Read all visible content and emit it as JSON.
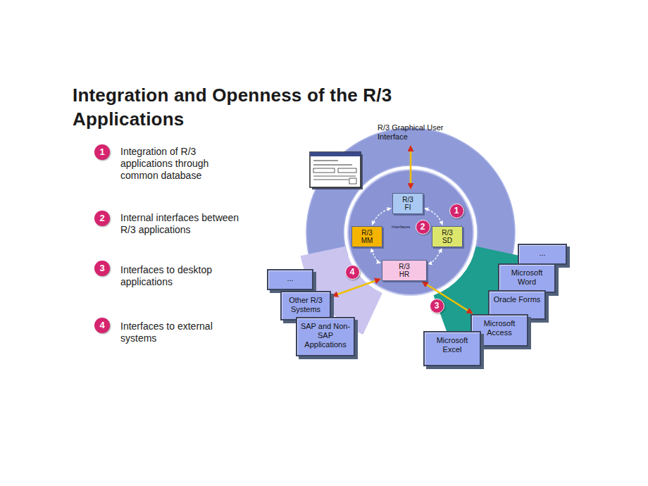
{
  "diagram": {
    "title": "Integration and Openness of the R/3 Applications",
    "nodes": [
      {
        "text": [
          "R/3 FI"
        ]
      },
      {
        "text": [
          "R/3 MM"
        ]
      },
      {
        "text": [
          "R/3 SD"
        ]
      },
      {
        "text": [
          "R/3 HR"
        ]
      },
      {
        "text": [
          "..."
        ]
      },
      {
        "text": [
          "Microsoft Word"
        ]
      },
      {
        "text": [
          "Oracle Forms"
        ]
      },
      {
        "text": [
          "Microsoft Access"
        ]
      },
      {
        "text": [
          "Microsoft Excel"
        ]
      },
      {
        "text": [
          "..."
        ]
      },
      {
        "text": [
          "Other R/3 Systems"
        ]
      },
      {
        "text": [
          "SAP and Non-SAP Applications"
        ]
      }
    ],
    "edges": [
      {
        "from": 0,
        "to": 2,
        "arrow": "both"
      },
      {
        "from": 2,
        "to": 3,
        "arrow": "both"
      },
      {
        "from": 3,
        "to": 1,
        "arrow": "both"
      },
      {
        "from": 1,
        "to": 0,
        "arrow": "both"
      },
      {
        "from": 3,
        "to": 7,
        "arrow": "both"
      },
      {
        "from": 3,
        "to": 10,
        "arrow": "both"
      }
    ],
    "labels": [
      "1",
      "Integration of R/3 applications through common database",
      "2",
      "Internal interfaces between R/3 applications",
      "3",
      "Interfaces to desktop applications",
      "4",
      "Interfaces to external systems",
      "R/3 Graphical User Interface",
      "1",
      "2",
      "Interfaces",
      "3",
      "4"
    ]
  }
}
